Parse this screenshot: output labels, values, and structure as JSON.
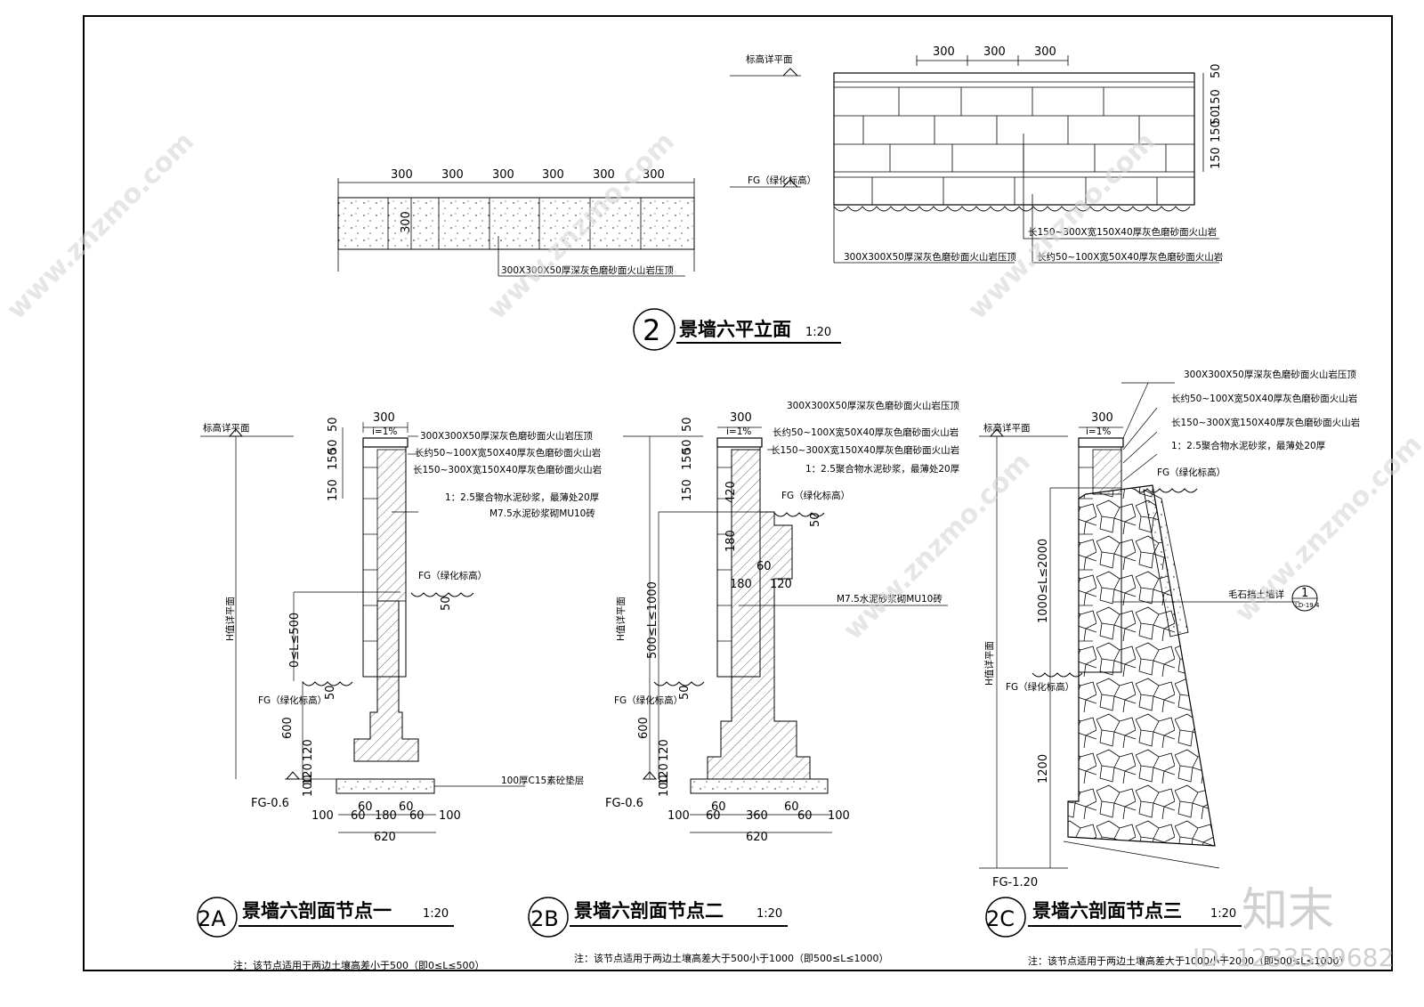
{
  "plan_elevation": {
    "top_dims": [
      "300",
      "300",
      "300"
    ],
    "left_dims": [
      "300",
      "300",
      "300",
      "300",
      "300",
      "300"
    ],
    "side_dim": "300",
    "elev_right_dims": [
      "50",
      "150",
      "50",
      "150",
      "150"
    ],
    "label_elev": "标高详平面",
    "label_fg": "FG（绿化标高）",
    "note_cap_left": "300X300X50厚深灰色磨砂面火山岩压顶",
    "note_cap_right": "300X300X50厚深灰色磨砂面火山岩压顶",
    "note_long1": "长150~300X宽150X40厚灰色磨砂面火山岩",
    "note_long2": "长约50~100X宽50X40厚灰色磨砂面火山岩",
    "title_no": "2",
    "title": "景墙六平立面",
    "scale": "1:20"
  },
  "section_a": {
    "width": "300",
    "slope": "i=1%",
    "label_elev": "标高详平面",
    "h_label": "H值详平面",
    "range": "0≤L≤500",
    "fg": "FG（绿化标高）",
    "fg_bottom": "FG-0.6",
    "notes": [
      "300X300X50厚深灰色磨砂面火山岩压顶",
      "长约50~100X宽50X40厚灰色磨砂面火山岩",
      "长150~300X宽150X40厚灰色磨砂面火山岩",
      "1：2.5聚合物水泥砂浆，最薄处20厚",
      "M7.5水泥砂浆砌MU10砖",
      "100厚C15素砼垫层"
    ],
    "v_dims": [
      "50",
      "150",
      "50",
      "150",
      "600",
      "120",
      "120",
      "100"
    ],
    "b_dims": [
      "100",
      "60",
      "180",
      "60",
      "100",
      "60",
      "60"
    ],
    "total": "620",
    "dim50": "50",
    "title_no": "2A",
    "title": "景墙六剖面节点一",
    "scale": "1:20",
    "footnote": "注：该节点适用于两边土壤高差小于500（即0≤L≤500）"
  },
  "section_b": {
    "width": "300",
    "slope": "i=1%",
    "h_label": "H值详平面",
    "range": "500≤L≤1000",
    "fg": "FG（绿化标高）",
    "fg_bottom": "FG-0.6",
    "notes": [
      "300X300X50厚深灰色磨砂面火山岩压顶",
      "长约50~100X宽50X40厚灰色磨砂面火山岩",
      "长150~300X宽150X40厚灰色磨砂面火山岩",
      "1：2.5聚合物水泥砂浆，最薄处20厚",
      "M7.5水泥砂浆砌MU10砖"
    ],
    "v_dims": [
      "50",
      "150",
      "50",
      "150",
      "600",
      "120",
      "120",
      "100"
    ],
    "inner_dims": [
      "420",
      "180",
      "60",
      "180",
      "120"
    ],
    "b_dims": [
      "100",
      "60",
      "360",
      "60",
      "100",
      "60",
      "60"
    ],
    "total": "620",
    "dim50": "50",
    "title_no": "2B",
    "title": "景墙六剖面节点二",
    "scale": "1:20",
    "footnote": "注：该节点适用于两边土壤高差大于500小于1000（即500≤L≤1000）"
  },
  "section_c": {
    "width": "300",
    "slope": "i=1%",
    "label_elev": "标高详平面",
    "h_label": "H值详平面",
    "range": "1000≤L≤2000",
    "fg": "FG（绿化标高）",
    "fg_bottom": "FG-1.20",
    "dim1200": "1200",
    "notes": [
      "300X300X50厚深灰色磨砂面火山岩压顶",
      "长约50~100X宽50X40厚灰色磨砂面火山岩",
      "长150~300X宽150X40厚灰色磨砂面火山岩",
      "1：2.5聚合物水泥砂浆，最薄处20厚"
    ],
    "retaining": "毛石挡土墙详",
    "ref_no": "1",
    "ref_sheet": "LD-19.4",
    "title_no": "2C",
    "title": "景墙六剖面节点三",
    "scale": "1:20",
    "footnote": "注：该节点适用于两边土壤高差大于1000小于2000（即500≤L≤1000）"
  },
  "watermark": {
    "site": "www.znzmo.com",
    "brand": "知末",
    "id": "ID: 1233599682"
  }
}
